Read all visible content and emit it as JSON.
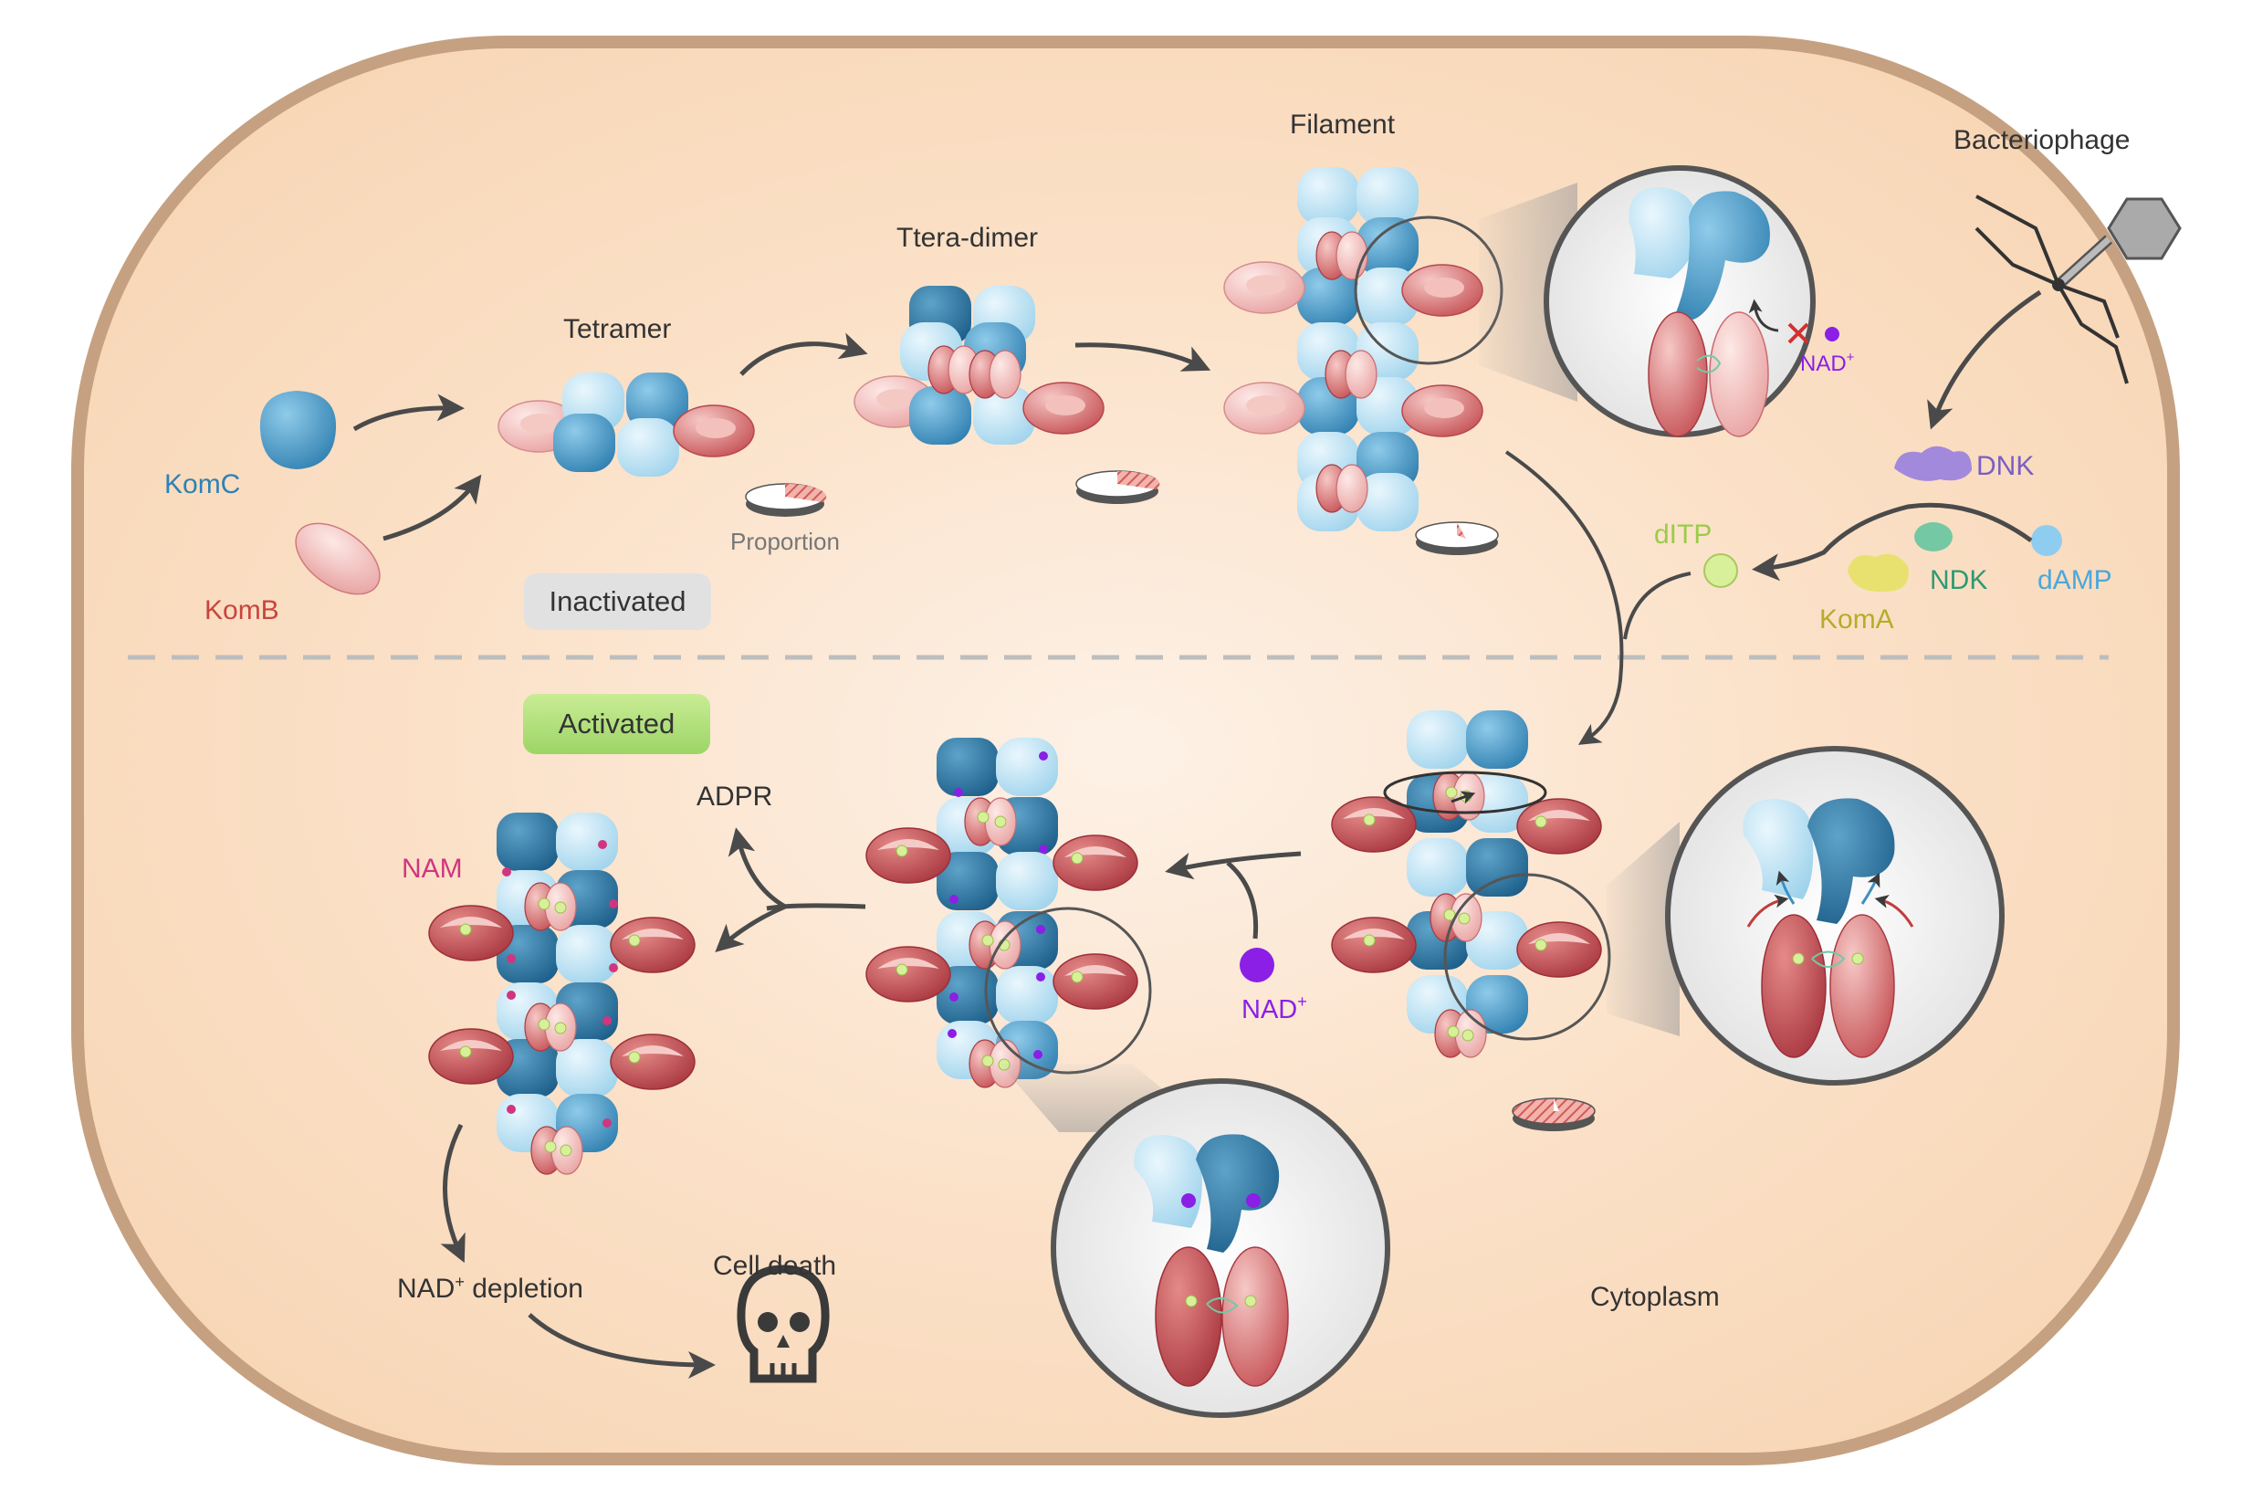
{
  "colors": {
    "cell_fill": "#fbe0c6",
    "cell_border": "#c4a183",
    "komc_blue": "#3d8fbf",
    "komc_light": "#bfe3f4",
    "komb_red": "#cf5c5f",
    "komb_light": "#f5c3c1",
    "nad_purple": "#8b1fe6",
    "ditp_green": "#cdea85",
    "dnk_purple": "#9a80d6",
    "ndk_teal": "#75c8a4",
    "koma_yellow": "#e3dd6c",
    "damp_blue": "#8ecdf0",
    "nam_magenta": "#d1357f",
    "activated_green": "#b6e27f",
    "inactivated_gray": "#e1e1e1",
    "arrow_gray": "#4a4a4a"
  },
  "labels": {
    "komc": "KomC",
    "komb": "KomB",
    "tetramer": "Tetramer",
    "ttera_dimer": "Ttera-dimer",
    "filament": "Filament",
    "bacteriophage": "Bacteriophage",
    "proportion": "Proportion",
    "inactivated": "Inactivated",
    "activated": "Activated",
    "dnk": "DNK",
    "ditp": "dITP",
    "ndk": "NDK",
    "damp": "dAMP",
    "koma": "KomA",
    "nad_top": "NAD",
    "nad_mid": "NAD",
    "nad_superscript": "+",
    "adpr": "ADPR",
    "nam": "NAM",
    "nad_depletion_suffix": " depletion",
    "cell_death": "Cell death",
    "cytoplasm": "Cytoplasm"
  },
  "icons": {
    "skull": "skull-icon",
    "phage": "bacteriophage-icon"
  }
}
